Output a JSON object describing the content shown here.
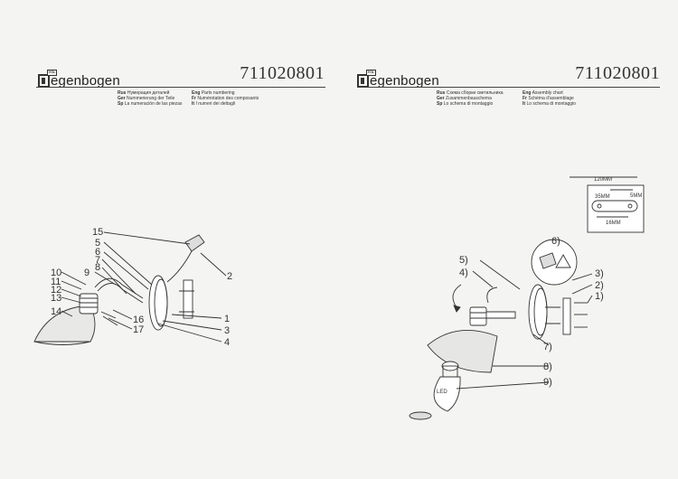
{
  "left_page": {
    "brand": "egenbogen",
    "brand_mini": "RE",
    "code": "711020801",
    "languages": [
      {
        "code": "Rus",
        "text": "Нумерация деталей"
      },
      {
        "code": "Eng",
        "text": "Parts numbering"
      },
      {
        "code": "Ger",
        "text": "Nummerierung der Teile"
      },
      {
        "code": "Fr",
        "text": "Numérotation des composants"
      },
      {
        "code": "Sp",
        "text": "La numeración de las piezas"
      },
      {
        "code": "It",
        "text": "I numeri dei dettagli"
      }
    ],
    "part_numbers": [
      "1",
      "2",
      "3",
      "4",
      "5",
      "6",
      "7",
      "8",
      "9",
      "10",
      "11",
      "12",
      "13",
      "14",
      "15",
      "16",
      "17"
    ]
  },
  "right_page": {
    "brand": "egenbogen",
    "brand_mini": "RE",
    "code": "711020801",
    "languages": [
      {
        "code": "Rus",
        "text": "Схема сборки светильника"
      },
      {
        "code": "Eng",
        "text": "Assembly chart"
      },
      {
        "code": "Ger",
        "text": "Zusammenbauschema"
      },
      {
        "code": "Fr",
        "text": "Schéma d'assemblage"
      },
      {
        "code": "Sp",
        "text": "Lo schema di montaggio"
      },
      {
        "code": "It",
        "text": "Lo schema di montaggio"
      }
    ],
    "step_labels": [
      "1)",
      "2)",
      "3)",
      "4)",
      "5)",
      "6)",
      "7)",
      "8)",
      "9)"
    ],
    "dimensions": {
      "diameter": "120MM",
      "width": "35MM",
      "height": "5MM",
      "depth": "16MM"
    },
    "bulb_label": "LED"
  }
}
